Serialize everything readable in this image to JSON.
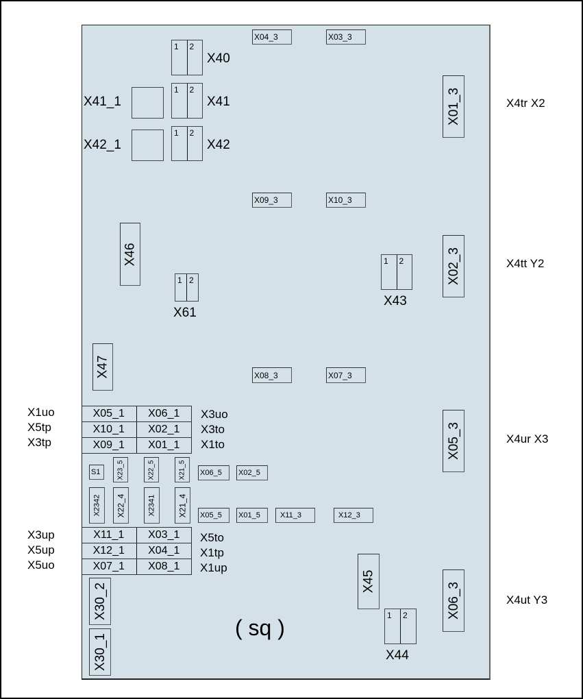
{
  "diagram": {
    "center_label": "( sq )",
    "right_labels": [
      "X4tr  X2",
      "X4tt  Y2",
      "X4ur X3",
      "X4ut Y3"
    ],
    "left_labels_top": [
      "X1uo",
      "X5tp",
      "X3tp"
    ],
    "left_labels_bottom": [
      "X3up",
      "X5up",
      "X5uo"
    ],
    "grid_top": {
      "rows": [
        [
          "X05_1",
          "X06_1"
        ],
        [
          "X10_1",
          "X02_1"
        ],
        [
          "X09_1",
          "X01_1"
        ]
      ],
      "right_labels": [
        "X3uo",
        "X3to",
        "X1to"
      ]
    },
    "grid_bottom": {
      "rows": [
        [
          "X11_1",
          "X03_1"
        ],
        [
          "X12_1",
          "X04_1"
        ],
        [
          "X07_1",
          "X08_1"
        ]
      ],
      "right_labels": [
        "X5to",
        "X1tp",
        "X1up"
      ]
    },
    "two_pin_connectors": {
      "pins": [
        "1",
        "2"
      ],
      "X40": "X40",
      "X41": "X41",
      "X42": "X42",
      "X43": "X43",
      "X44": "X44",
      "X61": "X61"
    },
    "square_labels": {
      "X41_1": "X41_1",
      "X42_1": "X42_1"
    },
    "h_boxes": {
      "X04_3": "X04_3",
      "X03_3": "X03_3",
      "X09_3": "X09_3",
      "X10_3": "X10_3",
      "X08_3": "X08_3",
      "X07_3": "X07_3",
      "X06_5": "X06_5",
      "X02_5": "X02_5",
      "X05_5": "X05_5",
      "X01_5": "X01_5",
      "X11_3": "X11_3",
      "X12_3": "X12_3",
      "S1": "S1"
    },
    "v_boxes": {
      "X01_3": "X01_3",
      "X02_3": "X02_3",
      "X05_3": "X05_3",
      "X06_3": "X06_3",
      "X46": "X46",
      "X47": "X47",
      "X45": "X45",
      "X30_2": "X30_2",
      "X30_1": "X30_1",
      "X23_5": "X23_5",
      "X22_5": "X22_5",
      "X21_5": "X21_5",
      "X2342": "X2342",
      "X22_4": "X22_4",
      "X2341": "X2341",
      "X21_4": "X21_4"
    }
  }
}
